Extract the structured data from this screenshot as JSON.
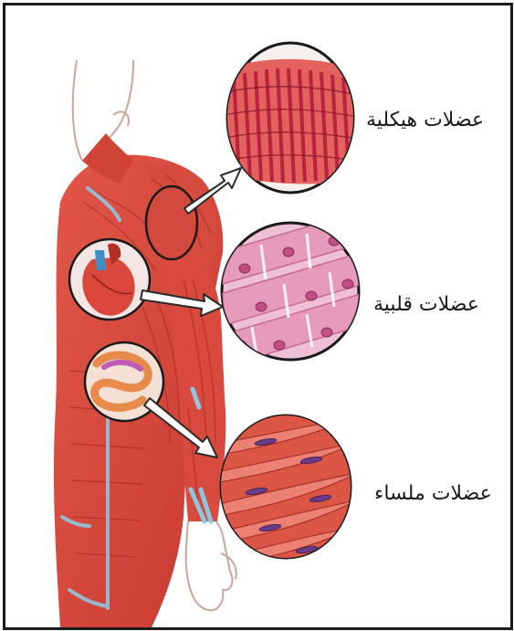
{
  "labels": {
    "skeletal": "عضلات هيكلية",
    "cardiac": "عضلات قلبية",
    "smooth": "عضلات ملساء"
  },
  "colors": {
    "muscle": "#d9483b",
    "muscle_dark": "#a82a22",
    "skin_outline": "#c9a79a",
    "tendon_blue": "#8fc6df",
    "cardiac_bg": "#e9a6c2",
    "smooth_bg": "#e0513f",
    "skeletal_band": "#c7283f",
    "frame": "#1a1a1a"
  }
}
